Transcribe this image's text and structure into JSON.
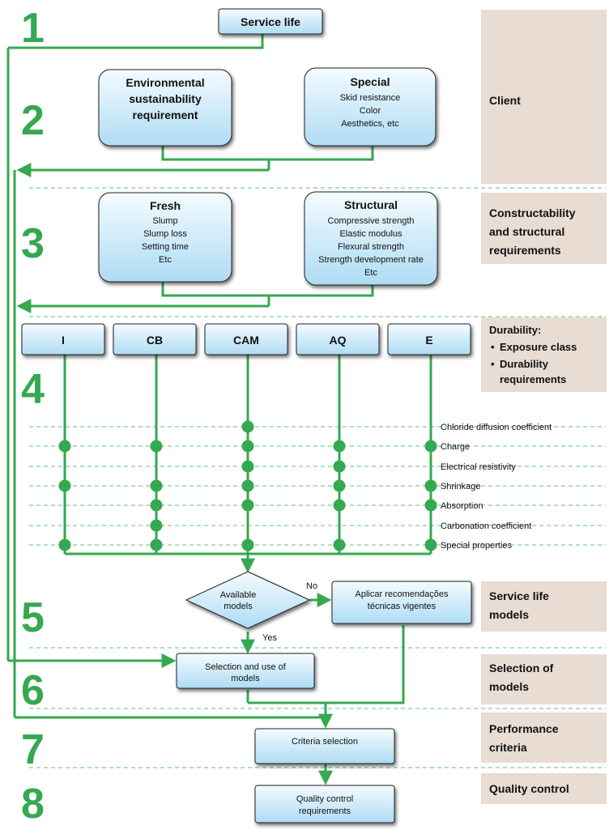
{
  "colors": {
    "green": "#35a852",
    "box_fill_top": "#f2fbff",
    "box_fill_bottom": "#b6e1f7",
    "side_panel": "#e8dcd3",
    "dashed": "#5fbf86"
  },
  "step_numbers": [
    "1",
    "2",
    "3",
    "4",
    "5",
    "6",
    "7",
    "8"
  ],
  "step1": {
    "service_life": "Service life"
  },
  "step2": {
    "env_title": "Environmental sustainability requirement",
    "env_title_lines": [
      "Environmental",
      "sustainability",
      "requirement"
    ],
    "special_title": "Special",
    "special_items": [
      "Skid resistance",
      "Color",
      "Aesthetics, etc"
    ]
  },
  "step3": {
    "fresh_title": "Fresh",
    "fresh_items": [
      "Slump",
      "Slump loss",
      "Setting time",
      "Etc"
    ],
    "structural_title": "Structural",
    "structural_items": [
      "Compressive strength",
      "Elastic modulus",
      "Flexural strength",
      "Strength development rate",
      "Etc"
    ]
  },
  "step4": {
    "exposure_classes": [
      "I",
      "CB",
      "CAM",
      "AQ",
      "E"
    ],
    "properties": [
      "Chloride diffusion coefficient",
      "Charge",
      "Electrical resistivity",
      "Shrinkage",
      "Absorption",
      "Carbonation coefficient",
      "Special properties"
    ]
  },
  "step5": {
    "decision": "Available models",
    "decision_lines": [
      "Available",
      "models"
    ],
    "no_label": "No",
    "yes_label": "Yes",
    "recommend": "Aplicar recomendações técnicas vigentes",
    "recommend_lines": [
      "Aplicar recomendações",
      "técnicas vigentes"
    ]
  },
  "step6": {
    "selection": "Selection and use of models",
    "selection_lines": [
      "Selection and use of",
      "models"
    ]
  },
  "step7": {
    "criteria": "Criteria selection"
  },
  "step8": {
    "quality": "Quality control requirements",
    "quality_lines": [
      "Quality control",
      "requirements"
    ]
  },
  "side_labels": {
    "client": "Client",
    "constructability": [
      "Constructability",
      "and structural",
      "requirements"
    ],
    "durability_title": "Durability:",
    "durability_bullets": [
      "Exposure class",
      "Durability requirements"
    ],
    "durability_bullet_lines": [
      [
        "Exposure class"
      ],
      [
        "Durability",
        "requirements"
      ]
    ],
    "service_life_models": [
      "Service life",
      "models"
    ],
    "selection_of_models": [
      "Selection of",
      "models"
    ],
    "performance_criteria": [
      "Performance",
      "criteria"
    ],
    "quality_control": "Quality control"
  },
  "connections": [
    [
      "I",
      "Charge"
    ],
    [
      "I",
      "Shrinkage"
    ],
    [
      "I",
      "Special properties"
    ],
    [
      "CB",
      "Charge"
    ],
    [
      "CB",
      "Shrinkage"
    ],
    [
      "CB",
      "Absorption"
    ],
    [
      "CB",
      "Carbonation coefficient"
    ],
    [
      "CB",
      "Special properties"
    ],
    [
      "CAM",
      "Chloride diffusion coefficient"
    ],
    [
      "CAM",
      "Charge"
    ],
    [
      "CAM",
      "Electrical resistivity"
    ],
    [
      "CAM",
      "Shrinkage"
    ],
    [
      "CAM",
      "Absorption"
    ],
    [
      "CAM",
      "Special properties"
    ],
    [
      "AQ",
      "Charge"
    ],
    [
      "AQ",
      "Electrical resistivity"
    ],
    [
      "AQ",
      "Shrinkage"
    ],
    [
      "AQ",
      "Absorption"
    ],
    [
      "AQ",
      "Special properties"
    ],
    [
      "E",
      "Charge"
    ],
    [
      "E",
      "Shrinkage"
    ],
    [
      "E",
      "Absorption"
    ],
    [
      "E",
      "Special properties"
    ]
  ]
}
